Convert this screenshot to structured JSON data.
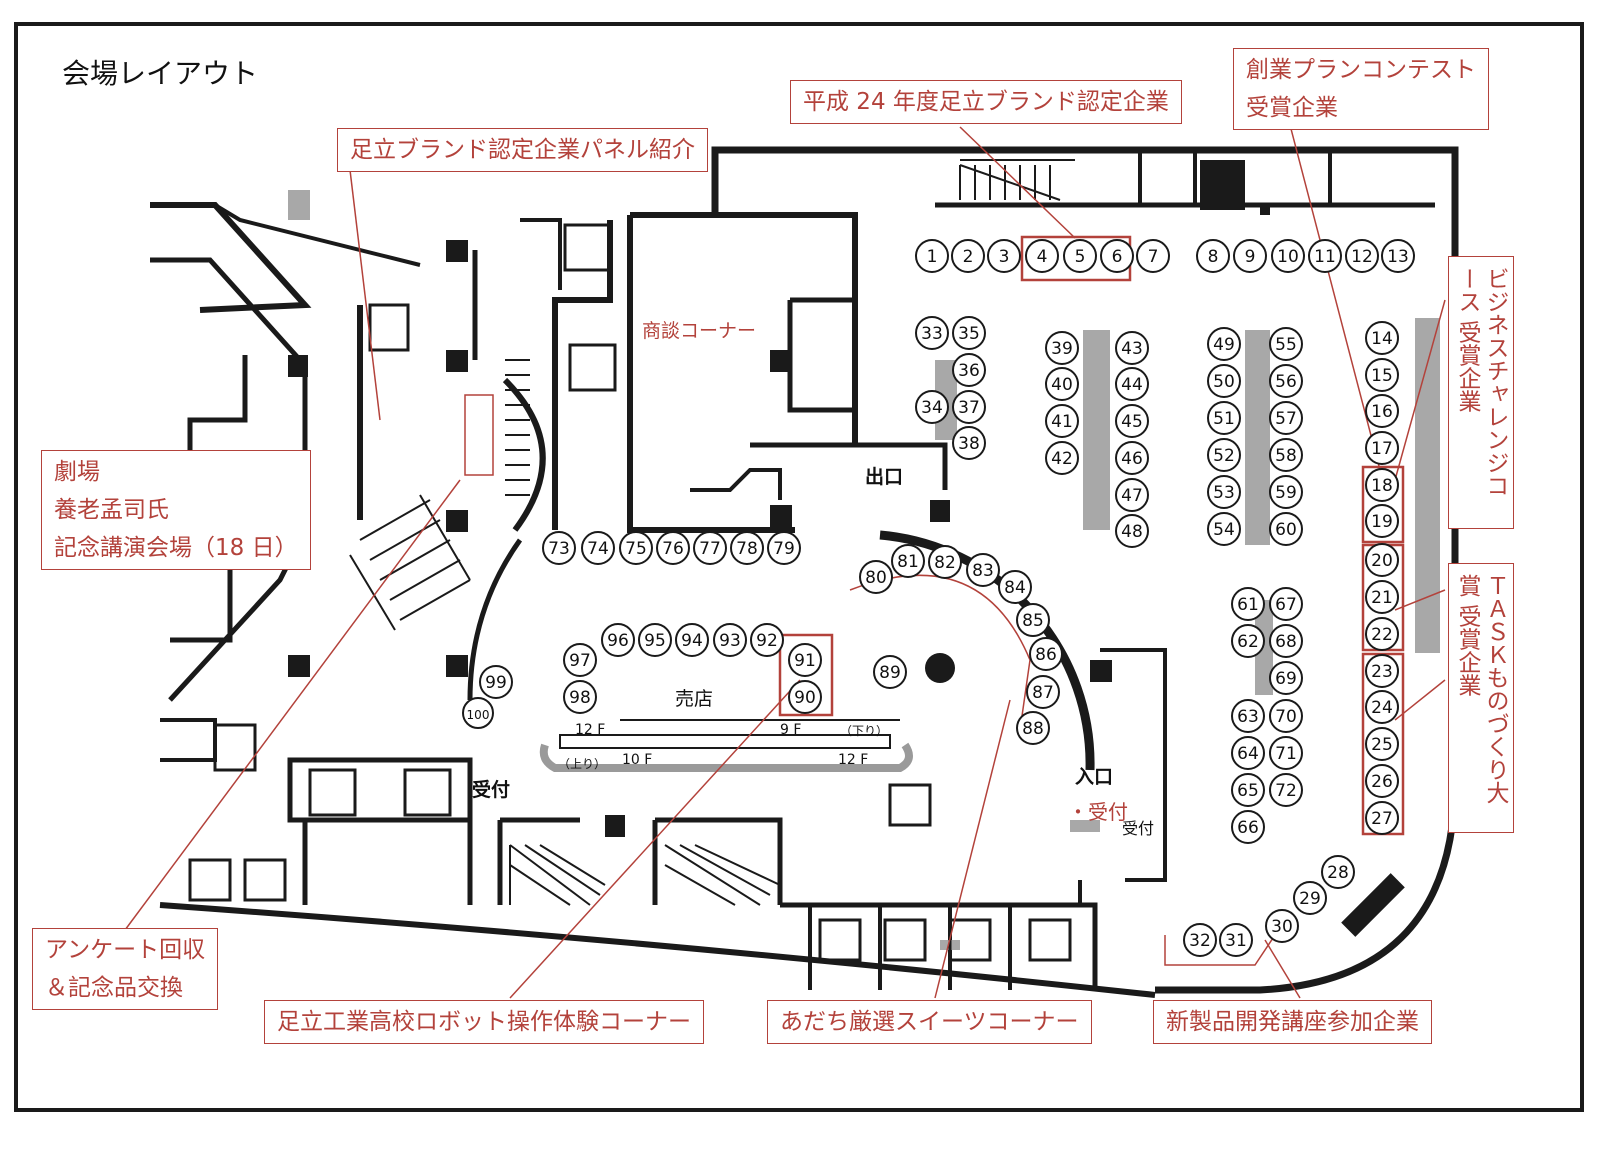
{
  "title": "会場レイアウト",
  "callouts": {
    "brand_panel": "足立ブランド認定企業パネル紹介",
    "brand_h24": "平成 24 年度足立ブランド認定企業",
    "sogyo": [
      "創業プランコンテスト",
      "受賞企業"
    ],
    "business": [
      "ビジネスチャレンジコース",
      "受賞企業"
    ],
    "task": [
      "ＴＡＳＫものづくり大賞",
      "受賞企業"
    ],
    "theater": [
      "劇場",
      "養老孟司氏",
      "記念講演会場（18 日）"
    ],
    "survey": [
      "アンケート回収",
      "＆記念品交換"
    ],
    "robot": "足立工業高校ロボット操作体験コーナー",
    "sweets": "あだち厳選スイーツコーナー",
    "newproduct": "新製品開発講座参加企業"
  },
  "labels": {
    "shodan": "商談コーナー",
    "exit": "出口",
    "entrance": "入口",
    "shop": "売店",
    "reception1": "受付",
    "reception2": "・受付",
    "reception3": "受付",
    "f12a": "12 F",
    "f9": "9 F",
    "down": "（下り）",
    "up": "（上り）",
    "f10": "10 F",
    "f12b": "12 F"
  },
  "colors": {
    "accent": "#b3423b",
    "wall": "#1a1a1a",
    "gray": "#a8a8a8"
  },
  "booths": [
    "1",
    "2",
    "3",
    "4",
    "5",
    "6",
    "7",
    "8",
    "9",
    "10",
    "11",
    "12",
    "13",
    "33",
    "35",
    "36",
    "34",
    "37",
    "38",
    "39",
    "40",
    "41",
    "42",
    "43",
    "44",
    "45",
    "46",
    "47",
    "48",
    "49",
    "50",
    "51",
    "52",
    "53",
    "54",
    "55",
    "56",
    "57",
    "58",
    "59",
    "60",
    "14",
    "15",
    "16",
    "17",
    "18",
    "19",
    "20",
    "21",
    "22",
    "23",
    "24",
    "25",
    "26",
    "27",
    "61",
    "62",
    "67",
    "68",
    "69",
    "63",
    "64",
    "65",
    "66",
    "70",
    "71",
    "72",
    "73",
    "74",
    "75",
    "76",
    "77",
    "78",
    "79",
    "80",
    "81",
    "82",
    "83",
    "84",
    "85",
    "86",
    "87",
    "88",
    "89",
    "96",
    "95",
    "94",
    "93",
    "92",
    "91",
    "90",
    "97",
    "98",
    "99",
    "100",
    "28",
    "29",
    "30",
    "31",
    "32"
  ]
}
